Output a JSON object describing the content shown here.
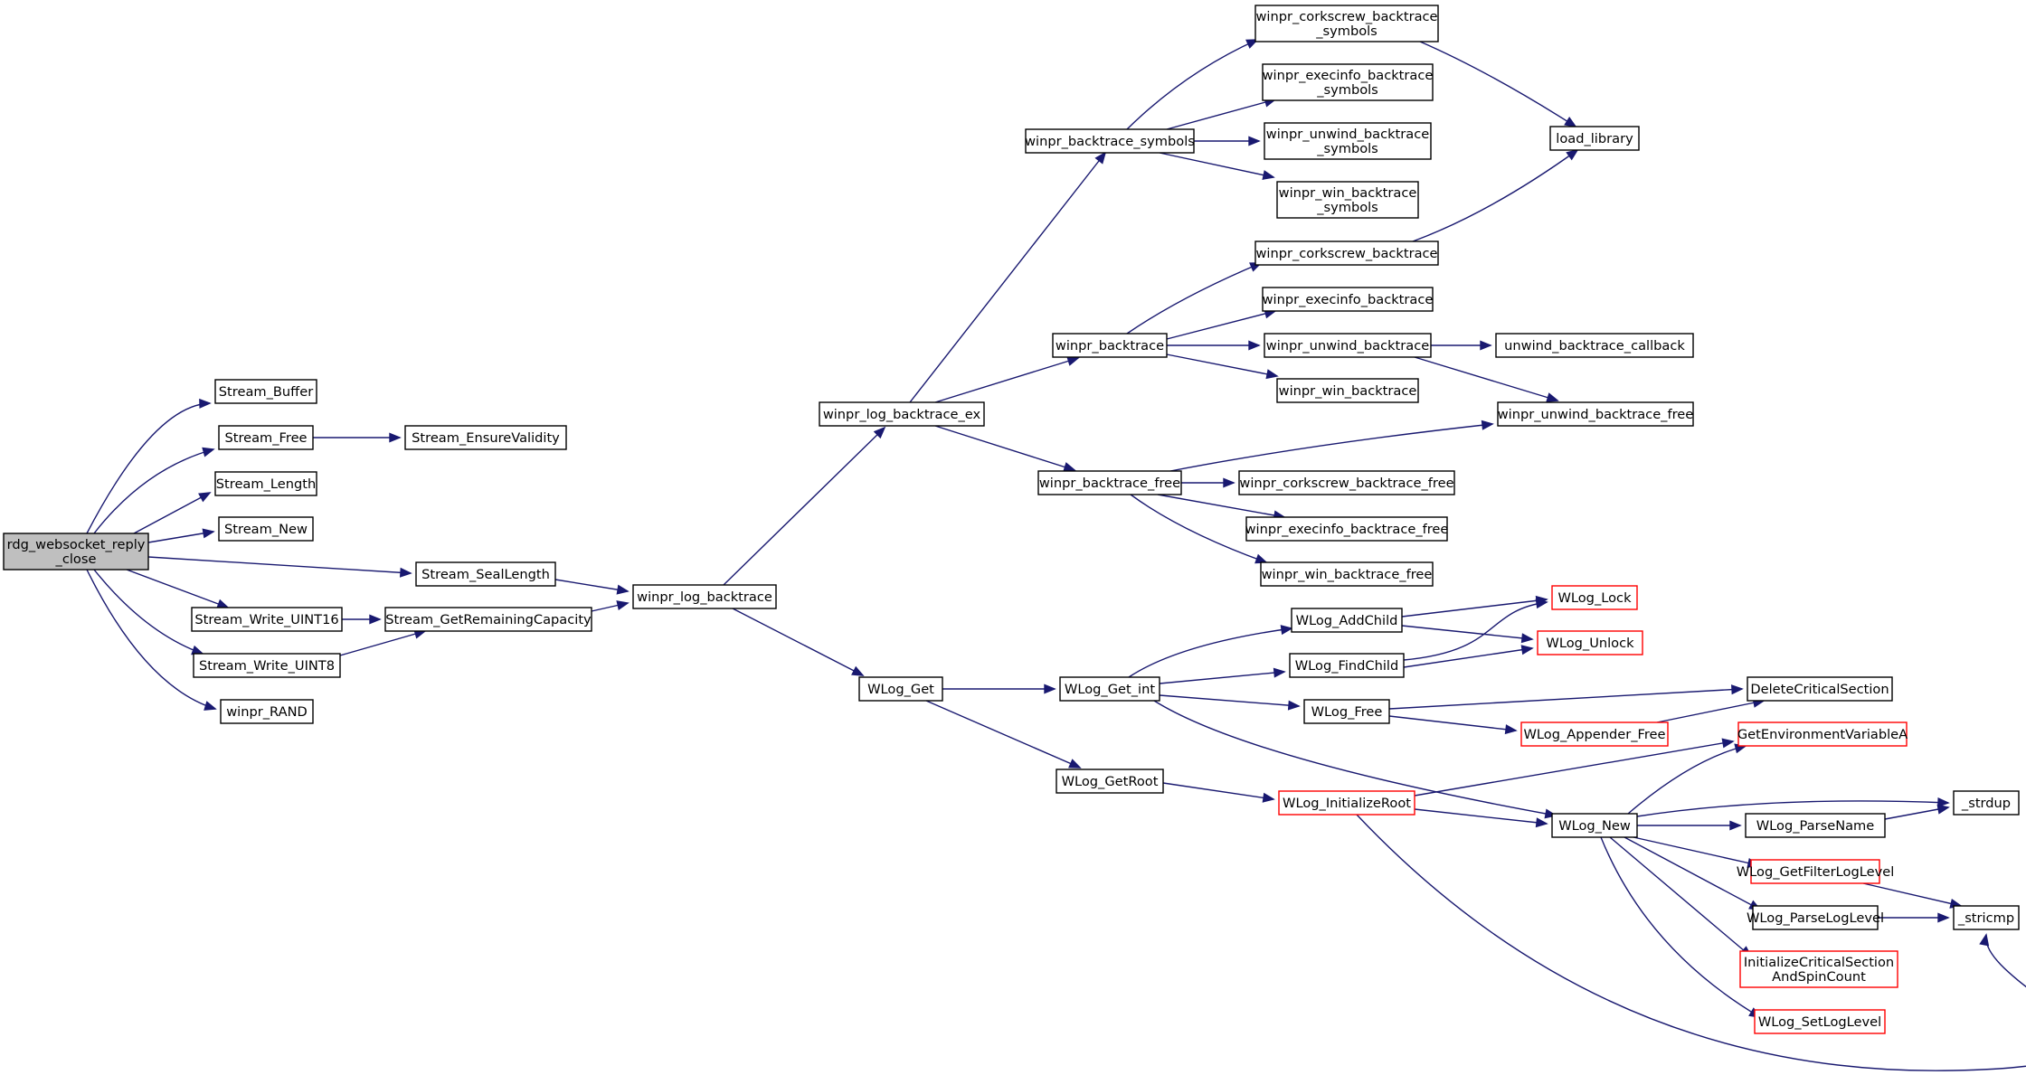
{
  "colors": {
    "edge": "#191970",
    "node_border": "#000000",
    "truncated_border": "#ff0000",
    "root_fill": "#bfbfbf",
    "node_fill": "#ffffff",
    "background": "#ffffff"
  },
  "nodes": [
    {
      "id": "rdg_websocket_reply_close",
      "label": "rdg_websocket_reply\n_close",
      "style": "root"
    },
    {
      "id": "Stream_Buffer",
      "label": "Stream_Buffer"
    },
    {
      "id": "Stream_Free",
      "label": "Stream_Free"
    },
    {
      "id": "Stream_EnsureValidity",
      "label": "Stream_EnsureValidity"
    },
    {
      "id": "Stream_Length",
      "label": "Stream_Length"
    },
    {
      "id": "Stream_New",
      "label": "Stream_New"
    },
    {
      "id": "Stream_SealLength",
      "label": "Stream_SealLength"
    },
    {
      "id": "Stream_Write_UINT16",
      "label": "Stream_Write_UINT16"
    },
    {
      "id": "Stream_GetRemainingCapacity",
      "label": "Stream_GetRemainingCapacity"
    },
    {
      "id": "Stream_Write_UINT8",
      "label": "Stream_Write_UINT8"
    },
    {
      "id": "winpr_RAND",
      "label": "winpr_RAND"
    },
    {
      "id": "winpr_log_backtrace",
      "label": "winpr_log_backtrace"
    },
    {
      "id": "winpr_log_backtrace_ex",
      "label": "winpr_log_backtrace_ex"
    },
    {
      "id": "WLog_Get",
      "label": "WLog_Get"
    },
    {
      "id": "winpr_backtrace_symbols",
      "label": "winpr_backtrace_symbols"
    },
    {
      "id": "winpr_backtrace",
      "label": "winpr_backtrace"
    },
    {
      "id": "winpr_backtrace_free",
      "label": "winpr_backtrace_free"
    },
    {
      "id": "WLog_Get_int",
      "label": "WLog_Get_int"
    },
    {
      "id": "WLog_GetRoot",
      "label": "WLog_GetRoot"
    },
    {
      "id": "winpr_corkscrew_backtrace_symbols",
      "label": "winpr_corkscrew_backtrace\n_symbols"
    },
    {
      "id": "winpr_execinfo_backtrace_symbols",
      "label": "winpr_execinfo_backtrace\n_symbols"
    },
    {
      "id": "winpr_unwind_backtrace_symbols",
      "label": "winpr_unwind_backtrace\n_symbols"
    },
    {
      "id": "winpr_win_backtrace_symbols",
      "label": "winpr_win_backtrace\n_symbols"
    },
    {
      "id": "winpr_corkscrew_backtrace",
      "label": "winpr_corkscrew_backtrace"
    },
    {
      "id": "winpr_execinfo_backtrace",
      "label": "winpr_execinfo_backtrace"
    },
    {
      "id": "winpr_unwind_backtrace",
      "label": "winpr_unwind_backtrace"
    },
    {
      "id": "winpr_win_backtrace",
      "label": "winpr_win_backtrace"
    },
    {
      "id": "winpr_corkscrew_backtrace_free",
      "label": "winpr_corkscrew_backtrace_free"
    },
    {
      "id": "winpr_execinfo_backtrace_free",
      "label": "winpr_execinfo_backtrace_free"
    },
    {
      "id": "winpr_win_backtrace_free",
      "label": "winpr_win_backtrace_free"
    },
    {
      "id": "WLog_AddChild",
      "label": "WLog_AddChild"
    },
    {
      "id": "WLog_FindChild",
      "label": "WLog_FindChild"
    },
    {
      "id": "WLog_Free",
      "label": "WLog_Free"
    },
    {
      "id": "WLog_New",
      "label": "WLog_New"
    },
    {
      "id": "WLog_InitializeRoot",
      "label": "WLog_InitializeRoot",
      "style": "truncated"
    },
    {
      "id": "load_library",
      "label": "load_library"
    },
    {
      "id": "unwind_backtrace_callback",
      "label": "unwind_backtrace_callback"
    },
    {
      "id": "winpr_unwind_backtrace_free",
      "label": "winpr_unwind_backtrace_free"
    },
    {
      "id": "WLog_Lock",
      "label": "WLog_Lock",
      "style": "truncated"
    },
    {
      "id": "WLog_Unlock",
      "label": "WLog_Unlock",
      "style": "truncated"
    },
    {
      "id": "WLog_Appender_Free",
      "label": "WLog_Appender_Free",
      "style": "truncated"
    },
    {
      "id": "WLog_ParseName",
      "label": "WLog_ParseName"
    },
    {
      "id": "WLog_GetFilterLogLevel",
      "label": "WLog_GetFilterLogLevel",
      "style": "truncated"
    },
    {
      "id": "WLog_ParseLogLevel",
      "label": "WLog_ParseLogLevel"
    },
    {
      "id": "InitializeCriticalSectionAndSpinCount",
      "label": "InitializeCriticalSection\nAndSpinCount",
      "style": "truncated"
    },
    {
      "id": "WLog_SetLogLevel",
      "label": "WLog_SetLogLevel",
      "style": "truncated"
    },
    {
      "id": "DeleteCriticalSection",
      "label": "DeleteCriticalSection"
    },
    {
      "id": "GetEnvironmentVariableA",
      "label": "GetEnvironmentVariableA",
      "style": "truncated"
    },
    {
      "id": "_strdup",
      "label": "_strdup"
    },
    {
      "id": "_stricmp",
      "label": "_stricmp"
    }
  ],
  "edges": [
    [
      "rdg_websocket_reply_close",
      "Stream_Buffer"
    ],
    [
      "rdg_websocket_reply_close",
      "Stream_Free"
    ],
    [
      "rdg_websocket_reply_close",
      "Stream_Length"
    ],
    [
      "rdg_websocket_reply_close",
      "Stream_New"
    ],
    [
      "rdg_websocket_reply_close",
      "Stream_SealLength"
    ],
    [
      "rdg_websocket_reply_close",
      "Stream_Write_UINT16"
    ],
    [
      "rdg_websocket_reply_close",
      "Stream_Write_UINT8"
    ],
    [
      "rdg_websocket_reply_close",
      "winpr_RAND"
    ],
    [
      "Stream_Free",
      "Stream_EnsureValidity"
    ],
    [
      "Stream_SealLength",
      "winpr_log_backtrace"
    ],
    [
      "Stream_Write_UINT16",
      "Stream_GetRemainingCapacity"
    ],
    [
      "Stream_Write_UINT8",
      "Stream_GetRemainingCapacity"
    ],
    [
      "Stream_GetRemainingCapacity",
      "winpr_log_backtrace"
    ],
    [
      "winpr_log_backtrace",
      "winpr_log_backtrace_ex"
    ],
    [
      "winpr_log_backtrace",
      "WLog_Get"
    ],
    [
      "winpr_log_backtrace_ex",
      "winpr_backtrace_symbols"
    ],
    [
      "winpr_log_backtrace_ex",
      "winpr_backtrace"
    ],
    [
      "winpr_log_backtrace_ex",
      "winpr_backtrace_free"
    ],
    [
      "winpr_backtrace_symbols",
      "winpr_corkscrew_backtrace_symbols"
    ],
    [
      "winpr_backtrace_symbols",
      "winpr_execinfo_backtrace_symbols"
    ],
    [
      "winpr_backtrace_symbols",
      "winpr_unwind_backtrace_symbols"
    ],
    [
      "winpr_backtrace_symbols",
      "winpr_win_backtrace_symbols"
    ],
    [
      "winpr_corkscrew_backtrace_symbols",
      "load_library"
    ],
    [
      "winpr_backtrace",
      "winpr_corkscrew_backtrace"
    ],
    [
      "winpr_backtrace",
      "winpr_execinfo_backtrace"
    ],
    [
      "winpr_backtrace",
      "winpr_unwind_backtrace"
    ],
    [
      "winpr_backtrace",
      "winpr_win_backtrace"
    ],
    [
      "winpr_corkscrew_backtrace",
      "load_library"
    ],
    [
      "winpr_unwind_backtrace",
      "unwind_backtrace_callback"
    ],
    [
      "winpr_unwind_backtrace",
      "winpr_unwind_backtrace_free"
    ],
    [
      "winpr_backtrace_free",
      "winpr_unwind_backtrace_free"
    ],
    [
      "winpr_backtrace_free",
      "winpr_corkscrew_backtrace_free"
    ],
    [
      "winpr_backtrace_free",
      "winpr_execinfo_backtrace_free"
    ],
    [
      "winpr_backtrace_free",
      "winpr_win_backtrace_free"
    ],
    [
      "WLog_Get",
      "WLog_Get_int"
    ],
    [
      "WLog_Get",
      "WLog_GetRoot"
    ],
    [
      "WLog_Get_int",
      "WLog_AddChild"
    ],
    [
      "WLog_Get_int",
      "WLog_FindChild"
    ],
    [
      "WLog_Get_int",
      "WLog_Free"
    ],
    [
      "WLog_Get_int",
      "WLog_New"
    ],
    [
      "WLog_AddChild",
      "WLog_Lock"
    ],
    [
      "WLog_AddChild",
      "WLog_Unlock"
    ],
    [
      "WLog_FindChild",
      "WLog_Lock"
    ],
    [
      "WLog_FindChild",
      "WLog_Unlock"
    ],
    [
      "WLog_Free",
      "DeleteCriticalSection"
    ],
    [
      "WLog_Free",
      "WLog_Appender_Free"
    ],
    [
      "WLog_Appender_Free",
      "DeleteCriticalSection"
    ],
    [
      "WLog_GetRoot",
      "WLog_InitializeRoot"
    ],
    [
      "WLog_InitializeRoot",
      "GetEnvironmentVariableA"
    ],
    [
      "WLog_InitializeRoot",
      "WLog_New"
    ],
    [
      "WLog_InitializeRoot",
      "_stricmp"
    ],
    [
      "WLog_New",
      "GetEnvironmentVariableA"
    ],
    [
      "WLog_New",
      "_strdup"
    ],
    [
      "WLog_New",
      "WLog_ParseName"
    ],
    [
      "WLog_New",
      "WLog_GetFilterLogLevel"
    ],
    [
      "WLog_New",
      "WLog_ParseLogLevel"
    ],
    [
      "WLog_New",
      "InitializeCriticalSectionAndSpinCount"
    ],
    [
      "WLog_New",
      "WLog_SetLogLevel"
    ],
    [
      "WLog_ParseName",
      "_strdup"
    ],
    [
      "WLog_GetFilterLogLevel",
      "_stricmp"
    ],
    [
      "WLog_ParseLogLevel",
      "_stricmp"
    ]
  ]
}
